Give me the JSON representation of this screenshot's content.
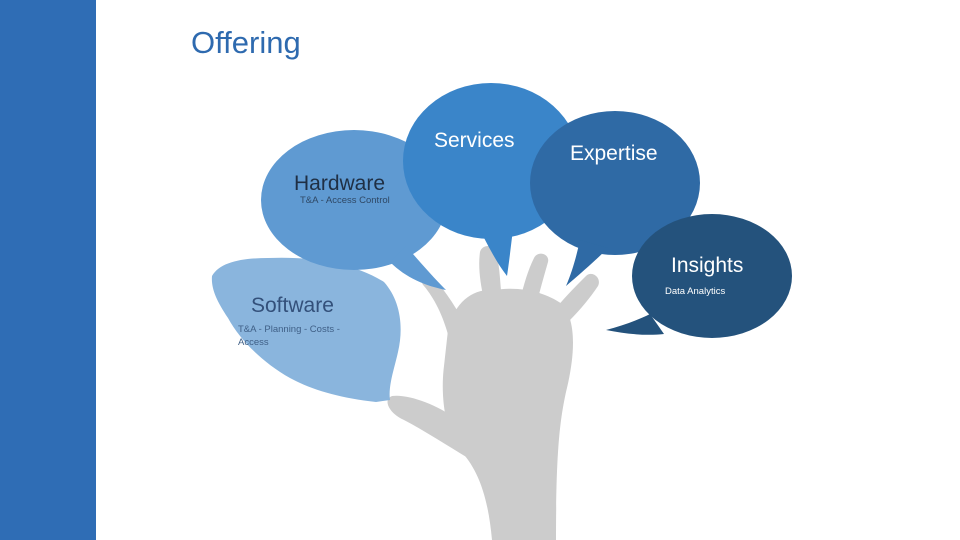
{
  "slide": {
    "title": "Offering"
  },
  "bubbles": {
    "services": {
      "label": "Services"
    },
    "expertise": {
      "label": "Expertise"
    },
    "hardware": {
      "label": "Hardware",
      "detail": "T&A - Access Control"
    },
    "insights": {
      "label": "Insights",
      "detail": "Data Analytics"
    },
    "software": {
      "label": "Software",
      "detail": "T&A - Planning - Costs - Access"
    }
  },
  "colors": {
    "side_band": "#2f6db5",
    "title": "#2e6aaf",
    "services": "#3a85c9",
    "expertise": "#2f6aa5",
    "hardware": "#5f9ad2",
    "insights": "#24527c",
    "software": "#8ab5dd",
    "hand": "#cccccc"
  }
}
